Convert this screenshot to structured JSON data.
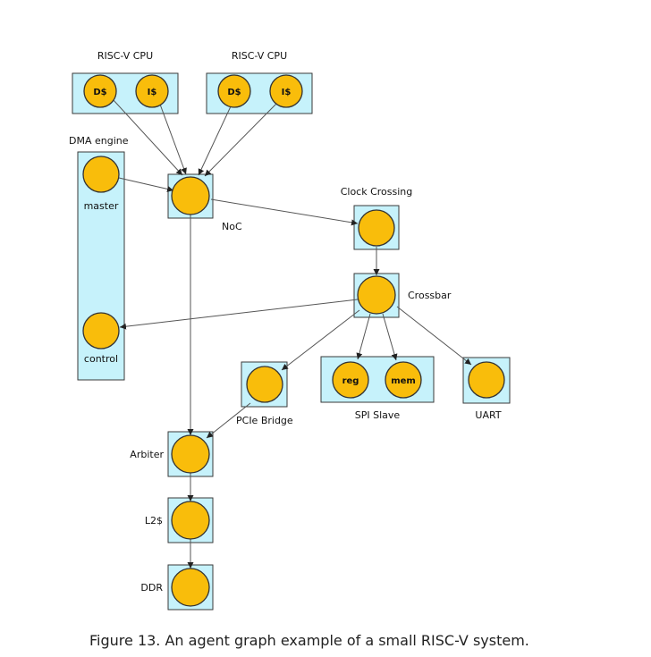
{
  "labels": {
    "cpu1": "RISC-V CPU",
    "cpu2": "RISC-V CPU",
    "dma": "DMA engine",
    "master": "master",
    "control": "control",
    "noc": "NoC",
    "clock_crossing": "Clock Crossing",
    "crossbar": "Crossbar",
    "pcie": "PCIe Bridge",
    "spi": "SPI Slave",
    "uart": "UART",
    "arbiter": "Arbiter",
    "l2": "L2$",
    "ddr": "DDR"
  },
  "node_text": {
    "cpu1_d": "D$",
    "cpu1_i": "I$",
    "cpu2_d": "D$",
    "cpu2_i": "I$",
    "spi_reg": "reg",
    "spi_mem": "mem"
  },
  "colors": {
    "box_fill": "#c6f2fb",
    "node_fill": "#f9bd0b"
  },
  "caption": "Figure 13. An agent graph example of a small RISC-V system."
}
